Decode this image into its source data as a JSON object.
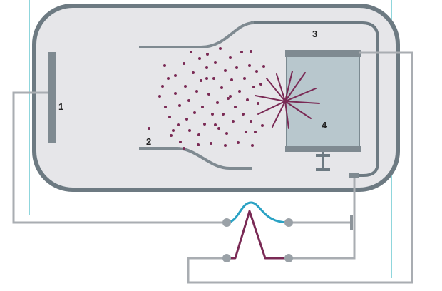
{
  "diagram": {
    "labels": [
      {
        "id": "1",
        "text": "1"
      },
      {
        "id": "2",
        "text": "2"
      },
      {
        "id": "3",
        "text": "3"
      },
      {
        "id": "4",
        "text": "4"
      }
    ],
    "icons": [
      "electrode-plate-icon",
      "funnel-inlet-icon",
      "particle-cloud-icon",
      "scintillator-crystal-icon",
      "signal-pulse-icon"
    ],
    "colors": {
      "background": "#ffffff",
      "vessel_fill": "#e6e6e9",
      "vessel_stroke": "#6d7a82",
      "wire": "#a9adb2",
      "electrode": "#7f8a91",
      "detector_fill": "#b8c7cd",
      "detector_stroke": "#7b8a91",
      "particle": "#7a2a55",
      "pulse_top": "#2aa2c4",
      "pulse_bottom": "#7a2a55",
      "terminal": "#9aa1a7",
      "side_line": "#8fd6dc"
    }
  }
}
